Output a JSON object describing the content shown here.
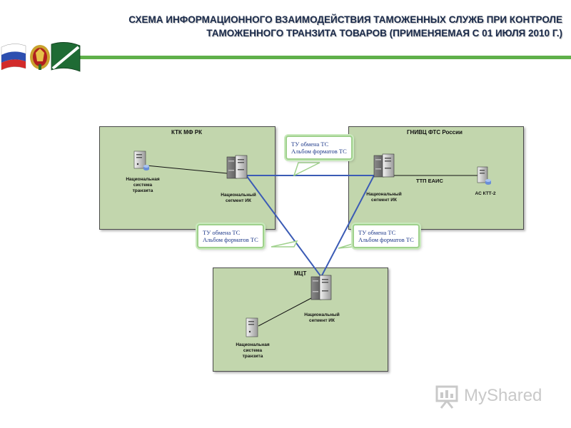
{
  "title": {
    "line1": "СХЕМА ИНФОРМАЦИОННОГО ВЗАИМОДЕЙСТВИЯ ТАМОЖЕННЫХ СЛУЖБ ПРИ КОНТРОЛЕ",
    "line2": "ТАМОЖЕННОГО ТРАНЗИТА ТОВАРОВ (ПРИМЕНЯЕМАЯ С 01 ИЮЛЯ 2010 Г.)"
  },
  "zones": {
    "ktk": "КТК МФ РК",
    "gnivc": "ГНИВЦ ФТС России",
    "mct": "МЦТ"
  },
  "nodes": {
    "ktk_nst": "Национальная система транзита",
    "ktk_nsik": "Национальный сегмент ИК",
    "gnivc_nsik": "Национальный сегмент ИК",
    "gnivc_as": "АС КТТ-2",
    "mct_nsik": "Национальный сегмент ИК",
    "mct_nst": "Национальная система транзита"
  },
  "link_label": "ТТП ЕАИС",
  "callouts": {
    "top": {
      "line1": "ТУ обмена ТС",
      "line2": "Альбом форматов ТС"
    },
    "left": {
      "line1": "ТУ обмена ТС",
      "line2": "Альбом форматов ТС"
    },
    "right": {
      "line1": "ТУ обмена ТС",
      "line2": "Альбом форматов ТС"
    }
  },
  "watermark": "MyShared",
  "colors": {
    "zone_fill": "#c2d6ad",
    "accent_bar": "#5fb04a",
    "exchange_line": "#3b5bb5",
    "callout_border": "#9fd18c"
  }
}
